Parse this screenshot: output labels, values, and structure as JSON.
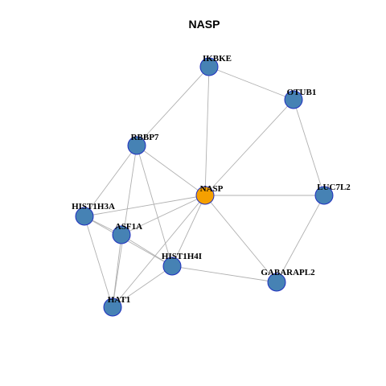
{
  "graph": {
    "title": "NASP",
    "colors": {
      "center": "#f5a000",
      "node": "#4682b4",
      "border": "#1f2fbf",
      "edge": "#b0b0b0"
    },
    "nodes": [
      {
        "id": "IKBKE",
        "label": "IKBKE",
        "center": false
      },
      {
        "id": "OTUB1",
        "label": "OTUB1",
        "center": false
      },
      {
        "id": "RBBP7",
        "label": "RBBP7",
        "center": false
      },
      {
        "id": "NASP",
        "label": "NASP",
        "center": true
      },
      {
        "id": "LUC7L2",
        "label": "LUC7L2",
        "center": false
      },
      {
        "id": "HIST1H3A",
        "label": "HIST1H3A",
        "center": false
      },
      {
        "id": "ASF1A",
        "label": "ASF1A",
        "center": false
      },
      {
        "id": "HIST1H4I",
        "label": "HIST1H4I",
        "center": false
      },
      {
        "id": "GABARAPL2",
        "label": "GABARAPL2",
        "center": false
      },
      {
        "id": "HAT1",
        "label": "HAT1",
        "center": false
      }
    ],
    "edges": [
      [
        "IKBKE",
        "OTUB1"
      ],
      [
        "IKBKE",
        "RBBP7"
      ],
      [
        "IKBKE",
        "NASP"
      ],
      [
        "OTUB1",
        "NASP"
      ],
      [
        "OTUB1",
        "LUC7L2"
      ],
      [
        "RBBP7",
        "NASP"
      ],
      [
        "RBBP7",
        "HIST1H3A"
      ],
      [
        "RBBP7",
        "HIST1H4I"
      ],
      [
        "RBBP7",
        "HAT1"
      ],
      [
        "NASP",
        "LUC7L2"
      ],
      [
        "NASP",
        "HIST1H3A"
      ],
      [
        "NASP",
        "ASF1A"
      ],
      [
        "NASP",
        "HIST1H4I"
      ],
      [
        "NASP",
        "GABARAPL2"
      ],
      [
        "NASP",
        "HAT1"
      ],
      [
        "LUC7L2",
        "GABARAPL2"
      ],
      [
        "HIST1H3A",
        "ASF1A"
      ],
      [
        "HIST1H3A",
        "HIST1H4I"
      ],
      [
        "HIST1H3A",
        "HAT1"
      ],
      [
        "ASF1A",
        "HIST1H4I"
      ],
      [
        "ASF1A",
        "HAT1"
      ],
      [
        "HIST1H4I",
        "GABARAPL2"
      ],
      [
        "HIST1H4I",
        "HAT1"
      ]
    ]
  }
}
